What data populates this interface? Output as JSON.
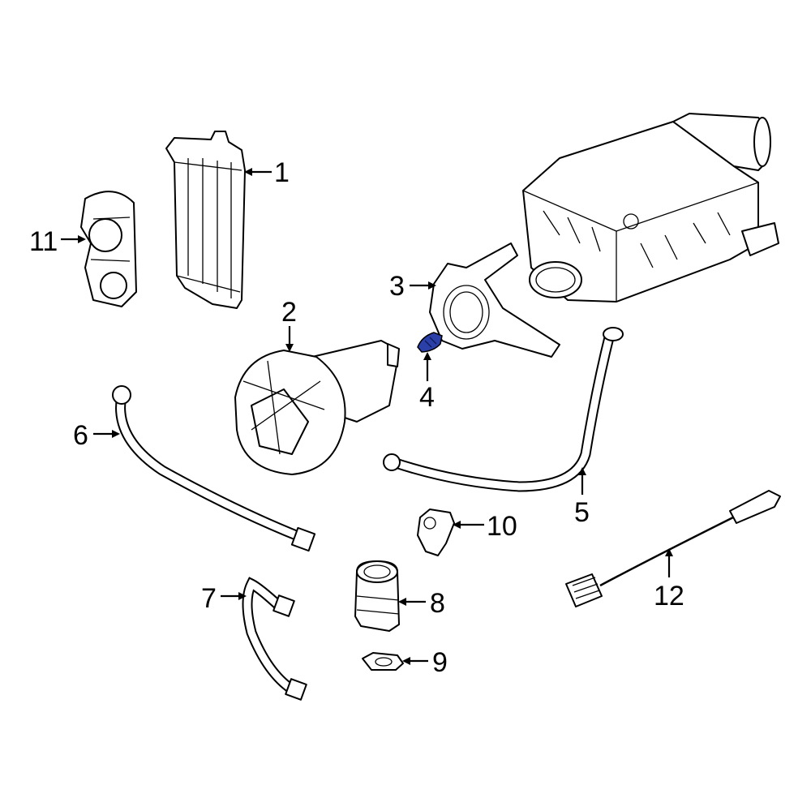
{
  "diagram": {
    "highlight_color": "#2b3fa8",
    "callouts": [
      {
        "id": "1",
        "label": "1"
      },
      {
        "id": "2",
        "label": "2"
      },
      {
        "id": "3",
        "label": "3"
      },
      {
        "id": "4",
        "label": "4",
        "highlighted": true
      },
      {
        "id": "5",
        "label": "5"
      },
      {
        "id": "6",
        "label": "6"
      },
      {
        "id": "7",
        "label": "7"
      },
      {
        "id": "8",
        "label": "8"
      },
      {
        "id": "9",
        "label": "9"
      },
      {
        "id": "10",
        "label": "10"
      },
      {
        "id": "11",
        "label": "11"
      },
      {
        "id": "12",
        "label": "12"
      }
    ]
  }
}
